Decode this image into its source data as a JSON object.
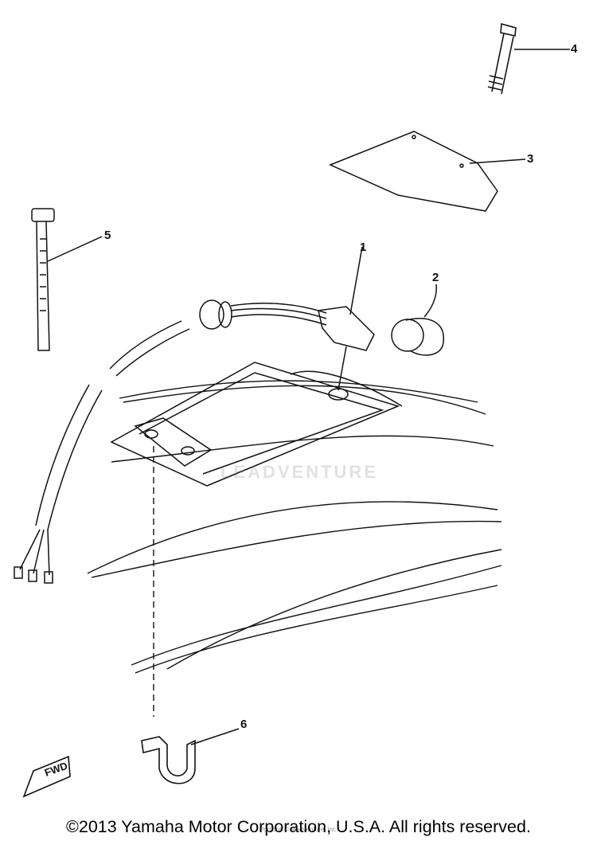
{
  "diagram": {
    "callouts": [
      {
        "id": "1",
        "label": "1"
      },
      {
        "id": "2",
        "label": "2"
      },
      {
        "id": "3",
        "label": "3"
      },
      {
        "id": "4",
        "label": "4"
      },
      {
        "id": "5",
        "label": "5"
      },
      {
        "id": "6",
        "label": "6"
      }
    ],
    "fwd_label": "FWD",
    "watermark": "LEADVENTURE",
    "small_credit": "Portions © leadventure, inc.",
    "copyright": "©2013 Yamaha Motor Corporation, U.S.A. All rights reserved."
  },
  "colors": {
    "line": "#111111",
    "watermark": "#9a9a9a",
    "background": "#ffffff"
  }
}
